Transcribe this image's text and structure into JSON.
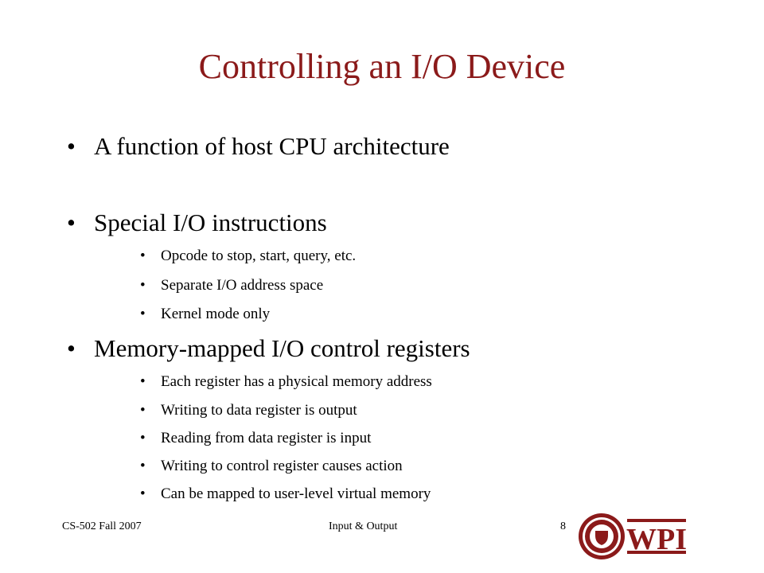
{
  "slide": {
    "title": "Controlling an I/O Device",
    "bullets": [
      {
        "text": "A function of host CPU architecture",
        "sub": []
      },
      {
        "text": "Special I/O instructions",
        "sub": [
          "Opcode to stop, start, query, etc.",
          "Separate I/O address space",
          "Kernel mode only"
        ]
      },
      {
        "text": "Memory-mapped I/O control registers",
        "sub": [
          "Each register has a physical memory address",
          "Writing to data register is output",
          "Reading from data register is input",
          "Writing to control register causes action",
          "Can be mapped to user-level virtual memory"
        ]
      }
    ],
    "footer": {
      "left": "CS-502 Fall 2007",
      "center": "Input & Output",
      "page": "8"
    },
    "logo": {
      "text": "WPI",
      "icon": "wpi-seal-icon",
      "color": "#8b1a1a"
    },
    "title_color": "#8b1a1a"
  }
}
